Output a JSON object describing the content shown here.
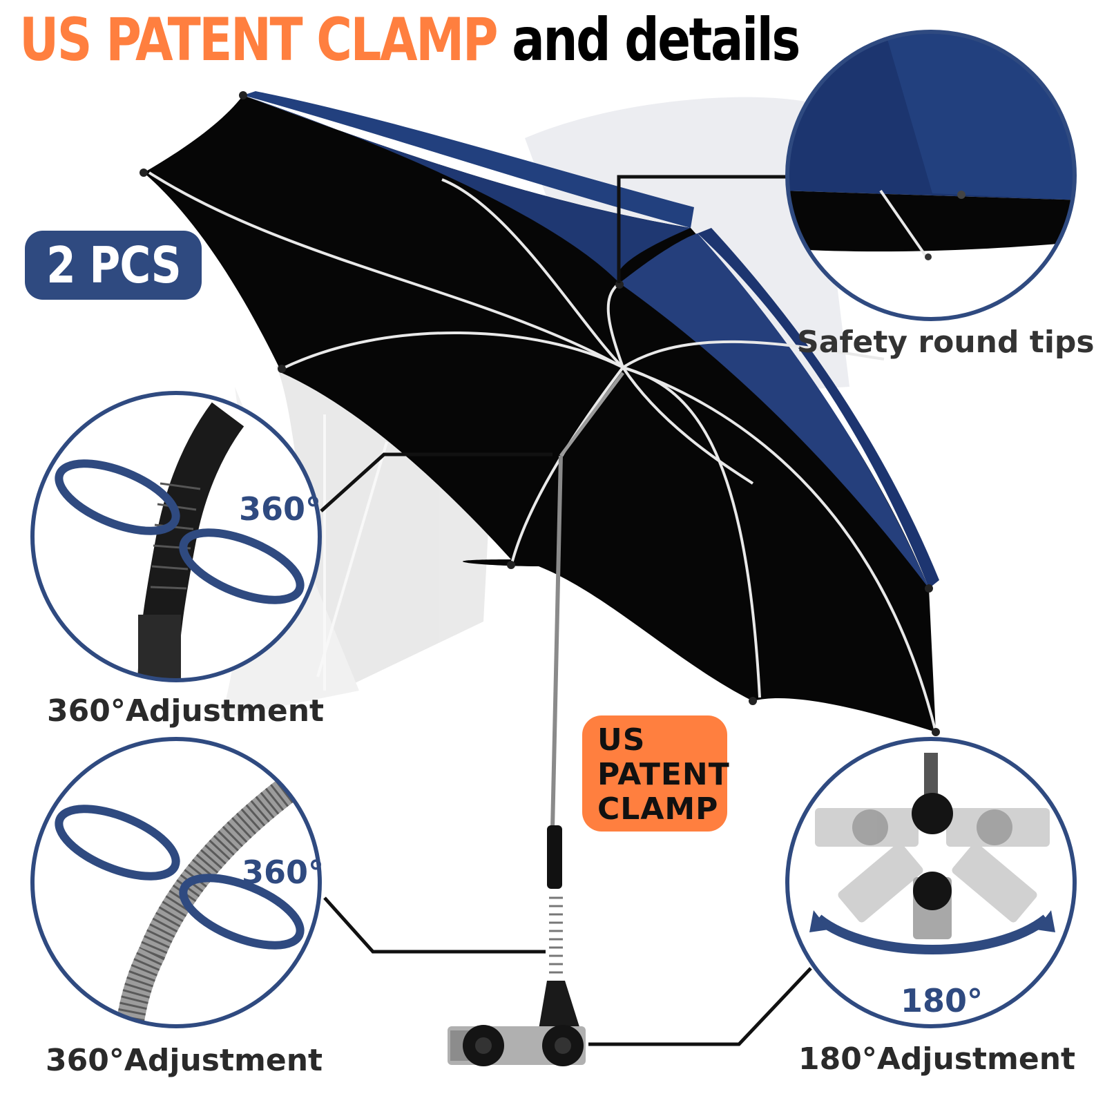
{
  "title": {
    "accent": "US PATENT CLAMP",
    "rest": "and details"
  },
  "badge_pcs": "2 PCS",
  "callouts": {
    "safety_tips": "Safety round tips",
    "adjust_top_left": "360°Adjustment",
    "adjust_bottom_left": "360°Adjustment",
    "adjust_bottom_right": "180°Adjustment"
  },
  "circle_degrees": {
    "top_left": "360°",
    "bottom_left": "360°",
    "bottom_right": "180°"
  },
  "patent_badge": {
    "line1": "US",
    "line2": "PATENT",
    "line3": "CLAMP"
  },
  "colors": {
    "accent": "#ff7f3f",
    "navy": "#2f4a80",
    "canopy_outer": "#1e3670",
    "canopy_inner": "#050505"
  }
}
